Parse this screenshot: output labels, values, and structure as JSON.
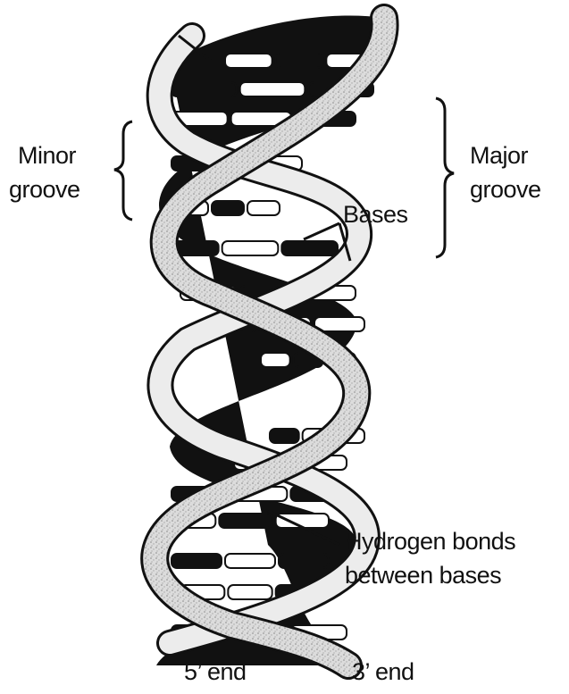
{
  "labels": {
    "minor_groove": [
      "Minor",
      "groove"
    ],
    "major_groove": [
      "Major",
      "groove"
    ],
    "bases": "Bases",
    "hydrogen_bonds": [
      "Hydrogen bonds",
      "between bases"
    ],
    "five_prime_end": "5’ end",
    "three_prime_end": "3’ end"
  },
  "colors": {
    "backbone_fill": "#e2e2e2",
    "backbone_outline": "#111111",
    "base_dark": "#111111",
    "base_light": "#ffffff"
  }
}
